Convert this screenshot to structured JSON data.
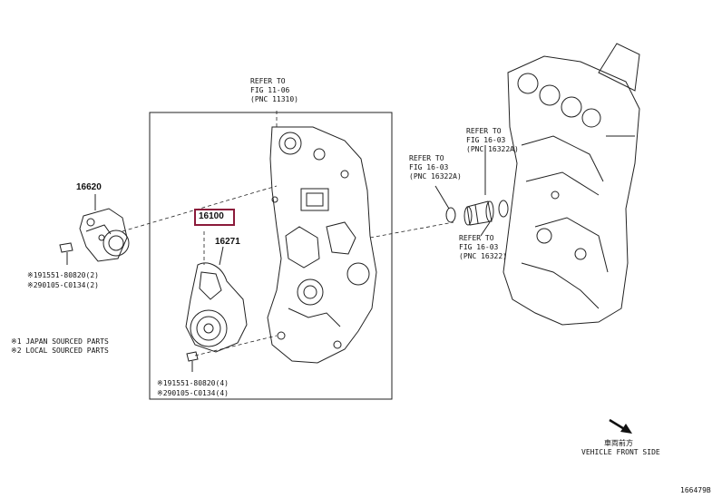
{
  "parts": {
    "p16620": "16620",
    "p16100": "16100",
    "p16271": "16271"
  },
  "refs": {
    "top": [
      "REFER TO",
      "FIG 11-06",
      "(PNC 11310)"
    ],
    "right_upper": [
      "REFER TO",
      "FIG 16-03",
      "(PNC 16322A)"
    ],
    "mid": [
      "REFER TO",
      "FIG 16-03",
      "(PNC 16322A)"
    ],
    "right_lower": [
      "REFER TO",
      "FIG 16-03",
      "(PNC 16322)"
    ]
  },
  "bolts_left": [
    "※191551-80820(2)",
    "※290105-C0134(2)"
  ],
  "bolts_bottom": [
    "※191551-80820(4)",
    "※290105-C0134(4)"
  ],
  "notes": [
    "※1 JAPAN SOURCED PARTS",
    "※2 LOCAL SOURCED PARTS"
  ],
  "front": {
    "jp": "車両前方",
    "en": "VEHICLE FRONT SIDE"
  },
  "figure_code": "166479B",
  "colors": {
    "highlight": "#8b1a3a",
    "line": "#222222"
  }
}
